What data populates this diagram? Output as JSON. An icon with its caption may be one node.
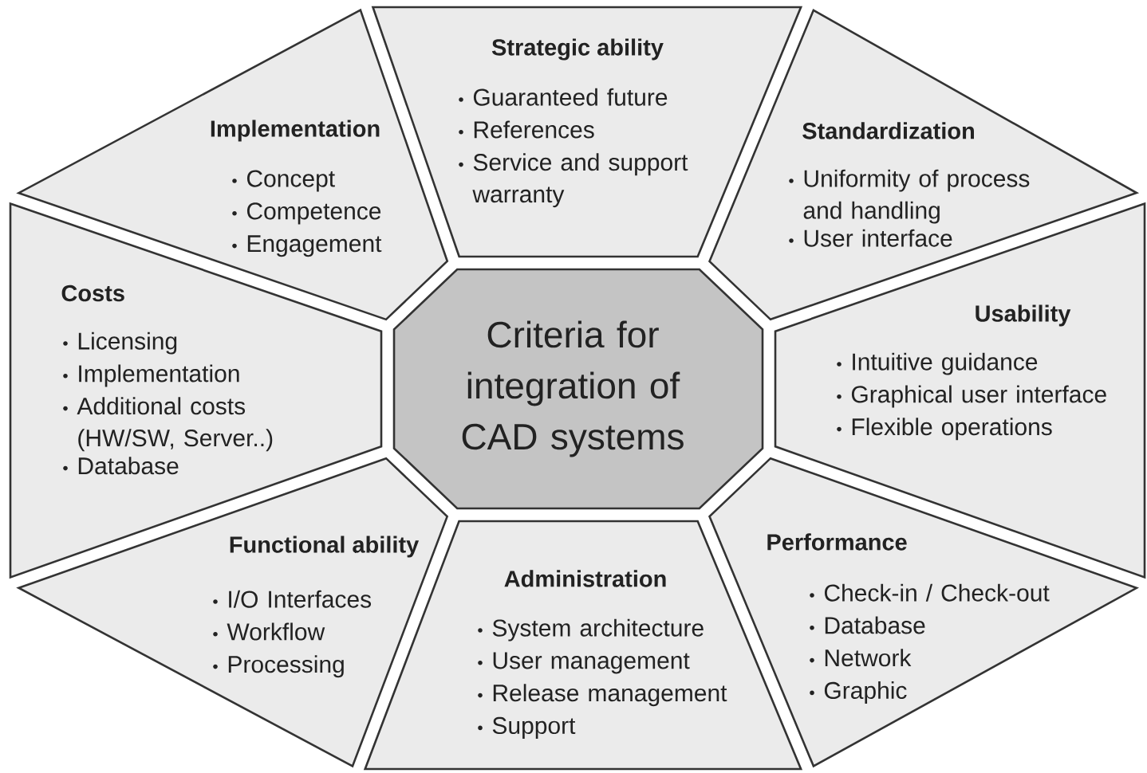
{
  "diagram": {
    "nodes": [
      {
        "text": [
          "Strategic ability",
          "Guaranteed future",
          "References",
          "Service and support warranty"
        ]
      },
      {
        "text": [
          "Implementation",
          "Concept",
          "Competence",
          "Engagement"
        ]
      },
      {
        "text": [
          "Standardization",
          "Uniformity of process and handling",
          "User interface"
        ]
      },
      {
        "text": [
          "Costs",
          "Licensing",
          "Implementation",
          "Additional costs (HW/SW, Server..)",
          "Database"
        ]
      },
      {
        "text": [
          "Criteria for integration of CAD systems"
        ]
      },
      {
        "text": [
          "Usability",
          "Intuitive guidance",
          "Graphical user interface",
          "Flexible operations"
        ]
      },
      {
        "text": [
          "Functional ability",
          "I/O Interfaces",
          "Workflow",
          "Processing"
        ]
      },
      {
        "text": [
          "Performance",
          "Check-in / Check-out",
          "Database",
          "Network",
          "Graphic"
        ]
      },
      {
        "text": [
          "Administration",
          "System architecture",
          "User management",
          "Release management",
          "Support"
        ]
      }
    ]
  }
}
